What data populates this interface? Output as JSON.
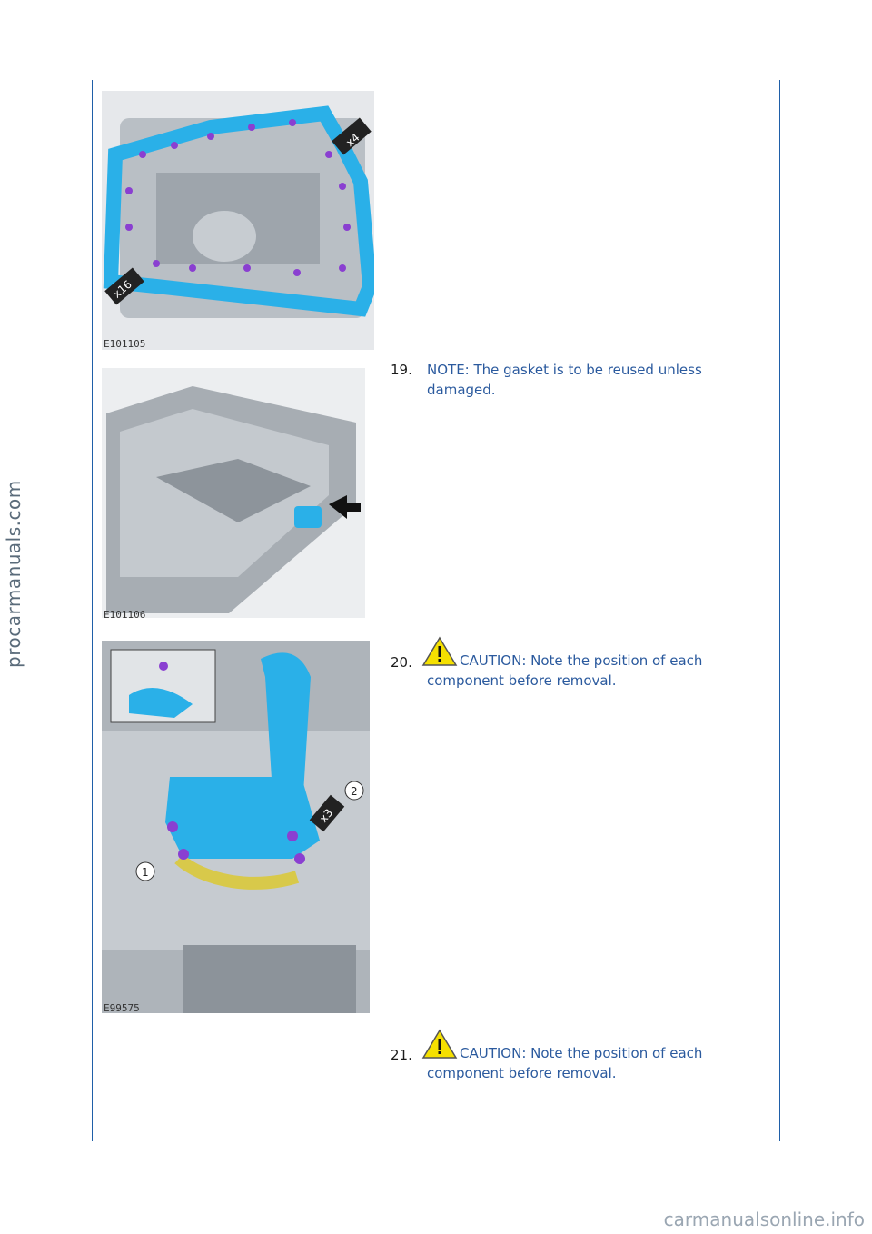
{
  "watermarks": {
    "side": "procarmanuals.com",
    "bottom": "carmanualsonline.info"
  },
  "figures": [
    {
      "label": "E101105",
      "tags": [
        "x4",
        "x16"
      ]
    },
    {
      "label": "E101106"
    },
    {
      "label": "E99575",
      "callouts": [
        "1",
        "2"
      ],
      "tags": [
        "x3"
      ]
    }
  ],
  "steps": [
    {
      "number": "19.",
      "text_line1": "NOTE: The gasket is to be reused unless",
      "text_line2": "damaged."
    },
    {
      "number": "20.",
      "text_line1": "CAUTION: Note the position of each",
      "text_line2": "component before removal."
    },
    {
      "number": "21.",
      "text_line1": "CAUTION: Note the position of each",
      "text_line2": "component before removal."
    }
  ],
  "colors": {
    "rule": "#1f5fa8",
    "note_text": "#2b5a9e",
    "gasket": "#2ab0e8",
    "warning": "#f5e000"
  }
}
